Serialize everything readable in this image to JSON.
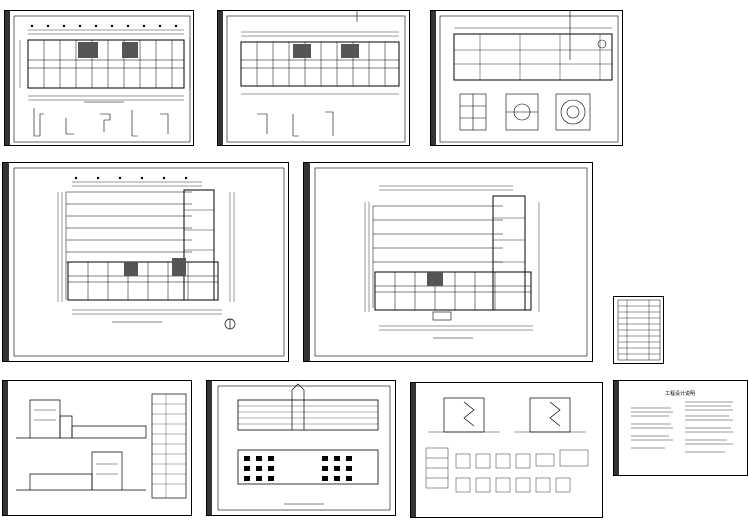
{
  "sheets": [
    {
      "id": "s1",
      "name": "floor-plan-sheet-1"
    },
    {
      "id": "s2",
      "name": "floor-plan-sheet-2"
    },
    {
      "id": "s3",
      "name": "roof-plan-sheet"
    },
    {
      "id": "s4",
      "name": "large-floor-plan-sheet-1"
    },
    {
      "id": "s5",
      "name": "large-floor-plan-sheet-2"
    },
    {
      "id": "s6",
      "name": "drawing-index-sheet"
    },
    {
      "id": "s7",
      "name": "side-elevation-sheet"
    },
    {
      "id": "s8",
      "name": "front-elevation-sheet"
    },
    {
      "id": "s9",
      "name": "section-details-sheet"
    },
    {
      "id": "s10",
      "name": "design-notes-sheet"
    }
  ],
  "notes_sheet": {
    "heading": "工程设计说明"
  },
  "colors": {
    "line": "#000000",
    "paper": "#ffffff",
    "titleblock": "#333333"
  }
}
